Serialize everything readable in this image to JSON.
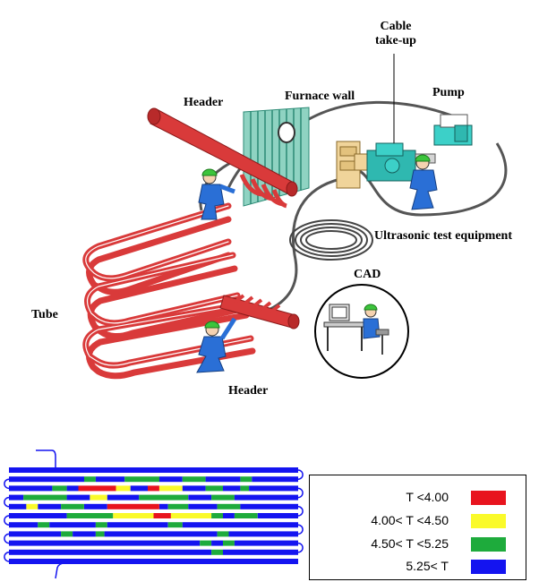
{
  "labels": {
    "cable_takeup_1": "Cable",
    "cable_takeup_2": "take-up",
    "header_top": "Header",
    "furnace_wall": "Furnace wall",
    "pump": "Pump",
    "ultrasonic": "Ultrasonic test equipment",
    "cad": "CAD",
    "tube": "Tube",
    "header_bottom": "Header"
  },
  "colors": {
    "tube_red": "#d93a3a",
    "worker_blue": "#2a6fd6",
    "helmet_green": "#3cc43c",
    "equipment_teal": "#2fb8b0",
    "cabinet_tan": "#f0d49a",
    "wall_green": "#8fd3c2"
  },
  "thickness_map": {
    "legend": [
      {
        "label": "T <4.00",
        "color": "#e8141e"
      },
      {
        "label": "4.00< T <4.50",
        "color": "#fafa2a"
      },
      {
        "label": "4.50< T <5.25",
        "color": "#1eab3c"
      },
      {
        "label": "5.25< T",
        "color": "#1414f0"
      }
    ],
    "rows": [
      [
        [
          "b",
          0,
          1
        ]
      ],
      [
        [
          "b",
          0,
          0.26
        ],
        [
          "g",
          0.26,
          0.3
        ],
        [
          "b",
          0.3,
          0.4
        ],
        [
          "g",
          0.4,
          0.52
        ],
        [
          "b",
          0.52,
          0.6
        ],
        [
          "g",
          0.6,
          0.68
        ],
        [
          "b",
          0.68,
          0.8
        ],
        [
          "g",
          0.8,
          0.84
        ],
        [
          "b",
          0.84,
          1
        ]
      ],
      [
        [
          "b",
          0,
          0.15
        ],
        [
          "g",
          0.15,
          0.2
        ],
        [
          "b",
          0.2,
          0.24
        ],
        [
          "r",
          0.24,
          0.37
        ],
        [
          "y",
          0.37,
          0.42
        ],
        [
          "b",
          0.42,
          0.48
        ],
        [
          "r",
          0.48,
          0.52
        ],
        [
          "y",
          0.52,
          0.6
        ],
        [
          "b",
          0.6,
          0.68
        ],
        [
          "g",
          0.68,
          0.74
        ],
        [
          "b",
          0.74,
          0.8
        ],
        [
          "g",
          0.8,
          0.83
        ],
        [
          "b",
          0.83,
          1
        ]
      ],
      [
        [
          "b",
          0,
          0.05
        ],
        [
          "g",
          0.05,
          0.2
        ],
        [
          "b",
          0.2,
          0.28
        ],
        [
          "y",
          0.28,
          0.34
        ],
        [
          "b",
          0.34,
          0.45
        ],
        [
          "g",
          0.45,
          0.62
        ],
        [
          "b",
          0.62,
          0.7
        ],
        [
          "g",
          0.7,
          0.78
        ],
        [
          "b",
          0.78,
          1
        ]
      ],
      [
        [
          "b",
          0,
          0.06
        ],
        [
          "y",
          0.06,
          0.1
        ],
        [
          "b",
          0.1,
          0.18
        ],
        [
          "g",
          0.18,
          0.26
        ],
        [
          "b",
          0.26,
          0.34
        ],
        [
          "r",
          0.34,
          0.52
        ],
        [
          "b",
          0.52,
          0.55
        ],
        [
          "g",
          0.55,
          0.62
        ],
        [
          "b",
          0.62,
          0.72
        ],
        [
          "g",
          0.72,
          0.8
        ],
        [
          "b",
          0.8,
          1
        ]
      ],
      [
        [
          "b",
          0,
          0.2
        ],
        [
          "g",
          0.2,
          0.36
        ],
        [
          "y",
          0.36,
          0.5
        ],
        [
          "r",
          0.5,
          0.56
        ],
        [
          "y",
          0.56,
          0.7
        ],
        [
          "g",
          0.7,
          0.74
        ],
        [
          "b",
          0.74,
          0.78
        ],
        [
          "g",
          0.78,
          0.86
        ],
        [
          "b",
          0.86,
          1
        ]
      ],
      [
        [
          "b",
          0,
          0.1
        ],
        [
          "g",
          0.1,
          0.14
        ],
        [
          "b",
          0.14,
          0.3
        ],
        [
          "g",
          0.3,
          0.34
        ],
        [
          "b",
          0.34,
          0.55
        ],
        [
          "g",
          0.55,
          0.6
        ],
        [
          "b",
          0.6,
          1
        ]
      ],
      [
        [
          "b",
          0,
          0.18
        ],
        [
          "g",
          0.18,
          0.22
        ],
        [
          "b",
          0.22,
          0.3
        ],
        [
          "g",
          0.3,
          0.33
        ],
        [
          "b",
          0.33,
          0.72
        ],
        [
          "g",
          0.72,
          0.76
        ],
        [
          "b",
          0.76,
          1
        ]
      ],
      [
        [
          "b",
          0,
          0.66
        ],
        [
          "g",
          0.66,
          0.7
        ],
        [
          "b",
          0.7,
          0.74
        ],
        [
          "g",
          0.74,
          0.78
        ],
        [
          "b",
          0.78,
          1
        ]
      ],
      [
        [
          "b",
          0,
          0.7
        ],
        [
          "g",
          0.7,
          0.74
        ],
        [
          "b",
          0.74,
          1
        ]
      ],
      [
        [
          "b",
          0,
          1
        ]
      ]
    ]
  }
}
